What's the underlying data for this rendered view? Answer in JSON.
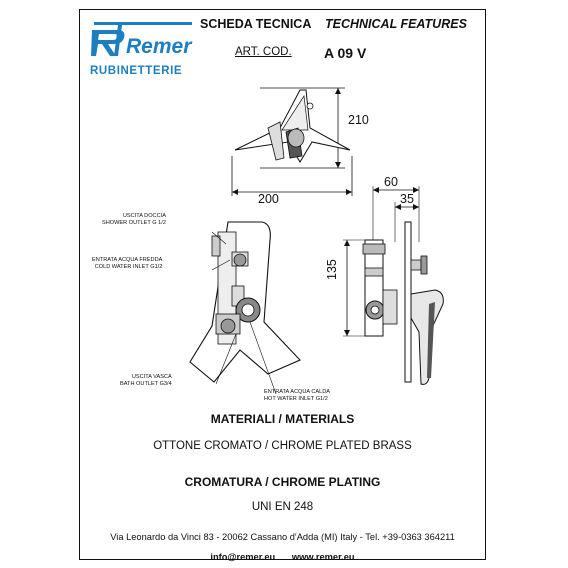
{
  "brand": {
    "name": "Remer",
    "subtitle": "RUBINETTERIE",
    "color": "#1d7fc1"
  },
  "header": {
    "title_it": "SCHEDA TECNICA",
    "title_en": "TECHNICAL FEATURES",
    "art_label": "ART. COD.",
    "art_code": "A 09 V"
  },
  "front_view": {
    "height_dim": "210",
    "width_dim": "200"
  },
  "side_view": {
    "depth_dim": "60",
    "inner_dim": "35",
    "height_dim": "135"
  },
  "callouts": {
    "shower_it": "USCITA DOCCIA",
    "shower_en": "SHOWER OUTLET G 1/2",
    "cold_it": "ENTRATA ACQUA FREDDA",
    "cold_en": "COLD WATER INLET G1/2",
    "bath_it": "USCITA VASCA",
    "bath_en": "BATH OUTLET G3/4",
    "hot_it": "ENTRATA ACQUA CALDA",
    "hot_en": "HOT WATER INLET G1/2"
  },
  "materials": {
    "heading": "MATERIALI / MATERIALS",
    "value": "OTTONE CROMATO / CHROME PLATED BRASS"
  },
  "plating": {
    "heading": "CROMATURA / CHROME PLATING",
    "value": "UNI EN 248"
  },
  "footer": {
    "address": "Via Leonardo da Vinci 83 - 20062 Cassano d'Adda (MI) Italy - Tel. +39-0363 364211",
    "email": "info@remer.eu",
    "website": "www.remer.eu"
  },
  "icons": [
    "remer-logo-icon",
    "mixer-front-view-icon",
    "mixer-section-view-icon",
    "mixer-side-view-icon"
  ]
}
